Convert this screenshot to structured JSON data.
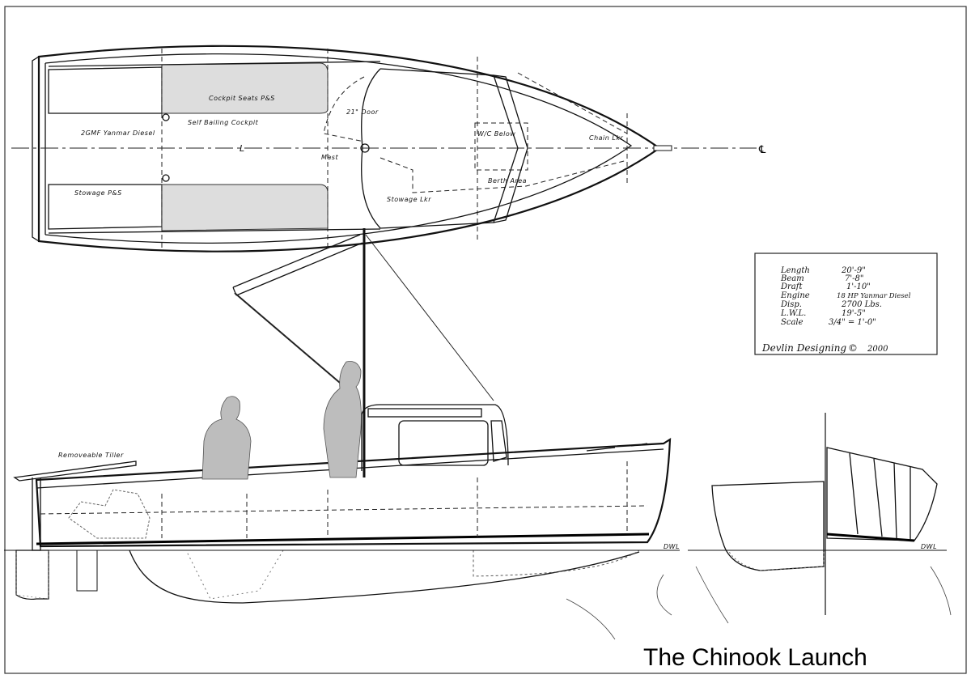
{
  "title": "The Chinook Launch",
  "plan_labels": {
    "cockpit_seats": "Cockpit Seats P&S",
    "self_bailing": "Self Bailing Cockpit",
    "engine": "2GMF Yanmar Diesel",
    "stowage_ps": "Stowage P&S",
    "door": "21\" Door",
    "mast": "Mast",
    "wc_below": "W/C Below",
    "berth_area": "Berth Area",
    "stowage_lkr": "Stowage Lkr",
    "chain_lkr": "Chain Lkr",
    "centerline": "℄",
    "l_mark": "L"
  },
  "profile_labels": {
    "tiller": "Removeable Tiller",
    "dwl": "DWL",
    "dwl_section": "DWL"
  },
  "specs": {
    "rows": [
      {
        "label": "Length",
        "value": "20'-9\""
      },
      {
        "label": "Beam",
        "value": "7'-8\""
      },
      {
        "label": "Draft",
        "value": "1'-10\""
      },
      {
        "label": "Engine",
        "value": "18 HP Yanmar Diesel"
      },
      {
        "label": "Disp.",
        "value": "2700 Lbs."
      },
      {
        "label": "L.W.L.",
        "value": "19'-5\""
      },
      {
        "label": "Scale",
        "value": "3/4\" = 1'-0\""
      }
    ],
    "designer": "Devlin Designing",
    "copyright": "©",
    "year": "2000"
  }
}
